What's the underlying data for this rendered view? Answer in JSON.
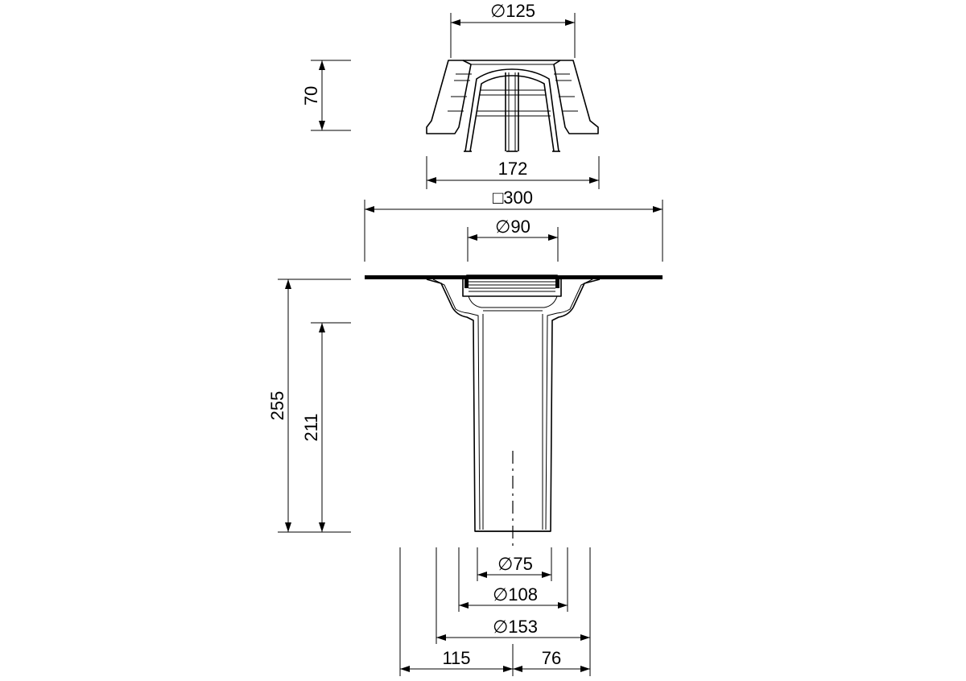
{
  "drawing": {
    "dims": {
      "grate_diameter": "∅125",
      "grate_height": "70",
      "grate_base_width": "172",
      "flange_square": "□300",
      "outlet_diameter_top": "∅90",
      "total_height": "255",
      "pipe_height": "211",
      "pipe_inner_diameter": "∅75",
      "pipe_outer_diameter": "∅108",
      "spigot_diameter": "∅153",
      "offset_left": "115",
      "offset_right": "76"
    }
  }
}
